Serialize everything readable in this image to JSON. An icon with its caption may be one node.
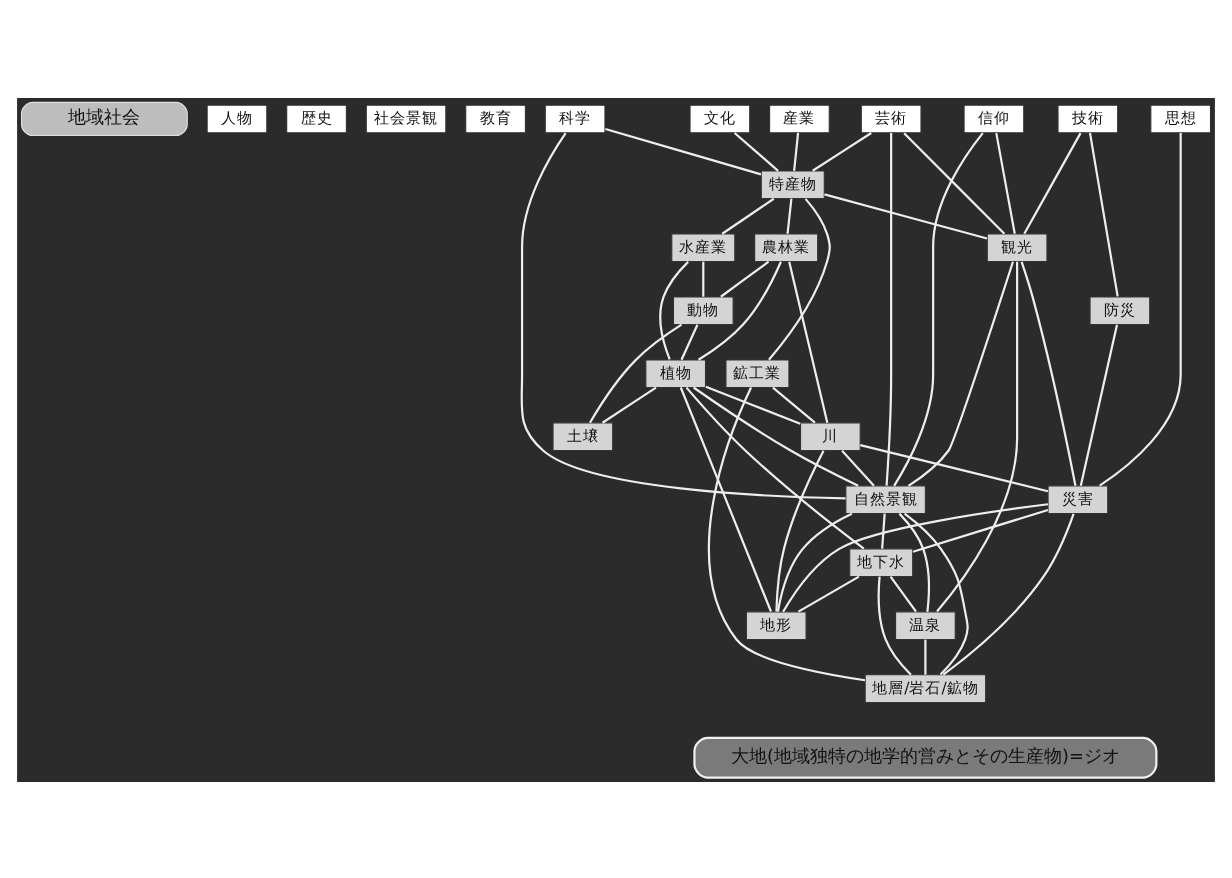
{
  "diagram": {
    "nodes": [
      {
        "text": [
          "地域社会"
        ]
      },
      {
        "text": [
          "人物"
        ]
      },
      {
        "text": [
          "歴史"
        ]
      },
      {
        "text": [
          "社会景観"
        ]
      },
      {
        "text": [
          "教育"
        ]
      },
      {
        "text": [
          "産業"
        ]
      },
      {
        "text": [
          "文化"
        ]
      },
      {
        "text": [
          "芸術"
        ]
      },
      {
        "text": [
          "思想"
        ]
      },
      {
        "text": [
          "信仰"
        ]
      },
      {
        "text": [
          "科学"
        ]
      },
      {
        "text": [
          "技術"
        ]
      },
      {
        "text": [
          "特産物"
        ]
      },
      {
        "text": [
          "観光"
        ]
      },
      {
        "text": [
          "防災"
        ]
      },
      {
        "text": [
          "水産業"
        ]
      },
      {
        "text": [
          "農林業"
        ]
      },
      {
        "text": [
          "鉱工業"
        ]
      },
      {
        "text": [
          "自然景観"
        ]
      },
      {
        "text": [
          "動物"
        ]
      },
      {
        "text": [
          "災害"
        ]
      },
      {
        "text": [
          "植物"
        ]
      },
      {
        "text": [
          "川"
        ]
      },
      {
        "text": [
          "地下水"
        ]
      },
      {
        "text": [
          "温泉"
        ]
      },
      {
        "text": [
          "土壌"
        ]
      },
      {
        "text": [
          "地形"
        ]
      },
      {
        "text": [
          "地層/岩石/鉱物"
        ]
      },
      {
        "text": [
          "大地(地域独特の地学的営みとその生産物)=ジオ"
        ]
      }
    ],
    "edges": [
      {
        "from": 5,
        "to": 12,
        "arrow": "none"
      },
      {
        "from": 6,
        "to": 12,
        "arrow": "none"
      },
      {
        "from": 7,
        "to": 12,
        "arrow": "none"
      },
      {
        "from": 7,
        "to": 18,
        "arrow": "none"
      },
      {
        "from": 7,
        "to": 13,
        "arrow": "none"
      },
      {
        "from": 8,
        "to": 20,
        "arrow": "none"
      },
      {
        "from": 9,
        "to": 18,
        "arrow": "none"
      },
      {
        "from": 9,
        "to": 13,
        "arrow": "none"
      },
      {
        "from": 10,
        "to": 12,
        "arrow": "none"
      },
      {
        "from": 10,
        "to": 18,
        "arrow": "none"
      },
      {
        "from": 11,
        "to": 13,
        "arrow": "none"
      },
      {
        "from": 11,
        "to": 14,
        "arrow": "none"
      },
      {
        "from": 12,
        "to": 13,
        "arrow": "none"
      },
      {
        "from": 12,
        "to": 15,
        "arrow": "none"
      },
      {
        "from": 12,
        "to": 16,
        "arrow": "none"
      },
      {
        "from": 12,
        "to": 17,
        "arrow": "none"
      },
      {
        "from": 13,
        "to": 18,
        "arrow": "none"
      },
      {
        "from": 13,
        "to": 20,
        "arrow": "none"
      },
      {
        "from": 13,
        "to": 24,
        "arrow": "none"
      },
      {
        "from": 14,
        "to": 20,
        "arrow": "none"
      },
      {
        "from": 15,
        "to": 19,
        "arrow": "none"
      },
      {
        "from": 15,
        "to": 21,
        "arrow": "none"
      },
      {
        "from": 16,
        "to": 19,
        "arrow": "none"
      },
      {
        "from": 16,
        "to": 21,
        "arrow": "none"
      },
      {
        "from": 16,
        "to": 22,
        "arrow": "none"
      },
      {
        "from": 17,
        "to": 22,
        "arrow": "none"
      },
      {
        "from": 17,
        "to": 27,
        "arrow": "none"
      },
      {
        "from": 19,
        "to": 21,
        "arrow": "none"
      },
      {
        "from": 19,
        "to": 25,
        "arrow": "none"
      },
      {
        "from": 21,
        "to": 18,
        "arrow": "none"
      },
      {
        "from": 21,
        "to": 22,
        "arrow": "none"
      },
      {
        "from": 21,
        "to": 25,
        "arrow": "none"
      },
      {
        "from": 21,
        "to": 26,
        "arrow": "none"
      },
      {
        "from": 21,
        "to": 23,
        "arrow": "none"
      },
      {
        "from": 22,
        "to": 18,
        "arrow": "none"
      },
      {
        "from": 22,
        "to": 20,
        "arrow": "none"
      },
      {
        "from": 22,
        "to": 26,
        "arrow": "none"
      },
      {
        "from": 18,
        "to": 26,
        "arrow": "none"
      },
      {
        "from": 18,
        "to": 27,
        "arrow": "none"
      },
      {
        "from": 18,
        "to": 23,
        "arrow": "none"
      },
      {
        "from": 18,
        "to": 24,
        "arrow": "none"
      },
      {
        "from": 20,
        "to": 27,
        "arrow": "none"
      },
      {
        "from": 20,
        "to": 26,
        "arrow": "none"
      },
      {
        "from": 20,
        "to": 23,
        "arrow": "none"
      },
      {
        "from": 23,
        "to": 24,
        "arrow": "none"
      },
      {
        "from": 23,
        "to": 26,
        "arrow": "none"
      },
      {
        "from": 23,
        "to": 27,
        "arrow": "none"
      },
      {
        "from": 24,
        "to": 27,
        "arrow": "none"
      }
    ]
  }
}
